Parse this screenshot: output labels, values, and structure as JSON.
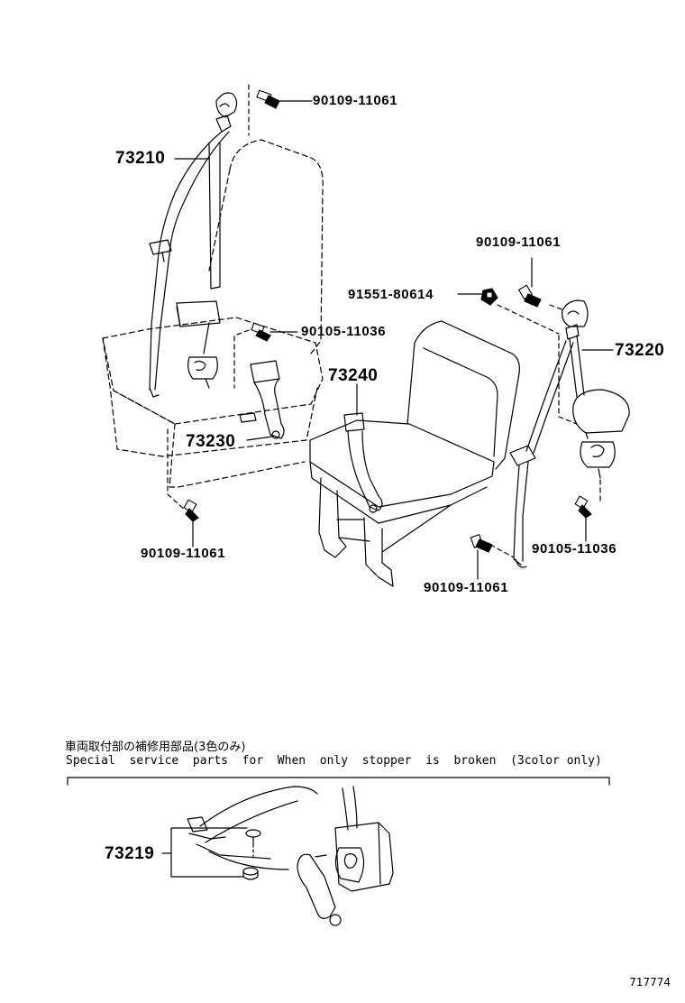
{
  "part_labels": {
    "p73210": "73210",
    "p73220": "73220",
    "p73230": "73230",
    "p73240": "73240",
    "p73219": "73219"
  },
  "bolt_labels": {
    "b_top_left": "90109-11061",
    "b_mid_left": "90105-11036",
    "b_low_left": "90109-11061",
    "b_top_right": "90109-11061",
    "b_washer_right": "91551-80614",
    "b_low_right": "90105-11036",
    "b_low_center": "90109-11061"
  },
  "note": {
    "japanese": "車両取付部の補修用部品(3色のみ)",
    "english": "Special  service  parts  for  When  only  stopper  is  broken  (3color only)"
  },
  "figure_number": "717774"
}
